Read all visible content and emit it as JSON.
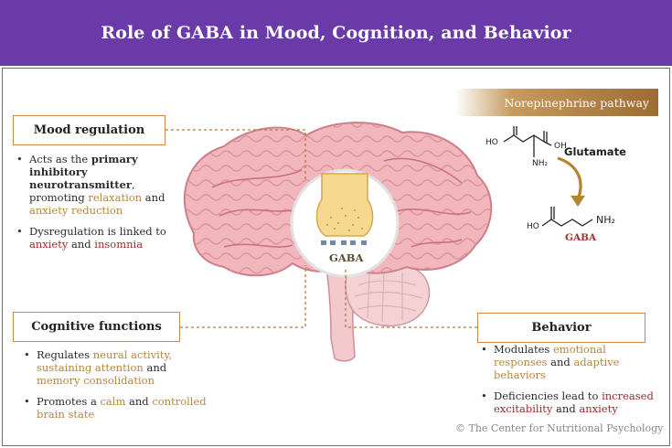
{
  "title": "Role of GABA in Mood, Cognition, and Behavior",
  "mood": {
    "heading": "Mood regulation",
    "b1_pre": "Acts as the ",
    "b1_bold": "primary inhibitory neurotransmitter",
    "b1_mid": ", promoting ",
    "b1_hl1": "relaxation",
    "b1_and": " and ",
    "b1_hl2": "anxiety reduction",
    "b2_pre": "Dysregulation is linked to ",
    "b2_hl1": "anxiety",
    "b2_and": " and ",
    "b2_hl2": "insomnia"
  },
  "cognitive": {
    "heading": "Cognitive functions",
    "b1_pre": "Regulates ",
    "b1_hl1": "neural activity, sustaining attention",
    "b1_and": " and ",
    "b1_hl2": "memory consolidation",
    "b2_pre": "Promotes a ",
    "b2_hl1": "calm",
    "b2_and": " and ",
    "b2_hl2": "controlled brain state"
  },
  "behavior": {
    "heading": "Behavior",
    "b1_pre": "Modulates ",
    "b1_hl1": "emotional responses",
    "b1_and": " and ",
    "b1_hl2": "adaptive behaviors",
    "b2_pre": "Deficiencies lead to ",
    "b2_hl1": "increased excitability",
    "b2_and": " and ",
    "b2_hl2": "anxiety"
  },
  "synapse_label": "GABA",
  "pathway": {
    "banner": "Norepinephrine pathway",
    "glutamate": "Glutamate",
    "gaba": "GABA",
    "labels": {
      "ho_left": "HO",
      "oh_right": "OH",
      "nh2_glu": "NH₂",
      "ho_gaba": "HO",
      "nh2_gaba": "NH₂"
    }
  },
  "copyright": "© The Center for Nutritional Psychology",
  "colors": {
    "header": "#6a3aa8",
    "box_border": "#c78b45",
    "gold": "#b7853e",
    "red": "#9a2b2b",
    "brain": "#f0b9bf"
  }
}
